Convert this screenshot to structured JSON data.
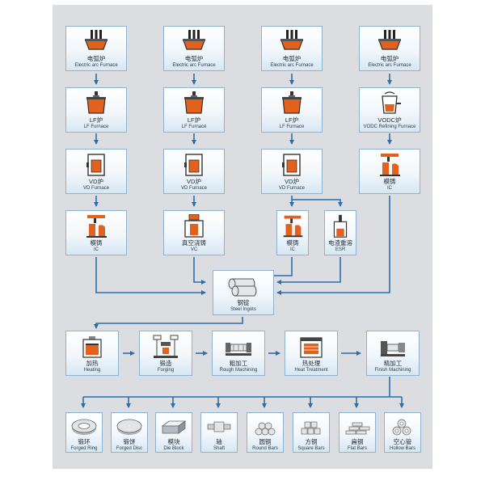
{
  "colors": {
    "accent": "#2a6fae",
    "furnace": "#e3611c",
    "panel": "#dcdde0",
    "box_border": "#8fb3cf"
  },
  "col1": {
    "furnace": {
      "cn": "电弧炉",
      "en": "Electric arc Furnace",
      "icon": "electric-arc-furnace-icon"
    },
    "refine": {
      "cn": "LF炉",
      "en": "LF Furnace",
      "icon": "lf-furnace-icon"
    },
    "vd": {
      "cn": "VD炉",
      "en": "VD Furnace",
      "icon": "vd-furnace-icon"
    },
    "cast": {
      "cn": "模铸",
      "en": "IC",
      "icon": "ingot-casting-icon"
    }
  },
  "col2": {
    "furnace": {
      "cn": "电弧炉",
      "en": "Electric arc Furnace",
      "icon": "electric-arc-furnace-icon"
    },
    "refine": {
      "cn": "LF炉",
      "en": "LF Furnace",
      "icon": "lf-furnace-icon"
    },
    "vd": {
      "cn": "VD炉",
      "en": "VD Furnace",
      "icon": "vd-furnace-icon"
    },
    "cast": {
      "cn": "真空浇铸",
      "en": "VC",
      "icon": "vacuum-casting-icon"
    }
  },
  "col3": {
    "furnace": {
      "cn": "电弧炉",
      "en": "Electric arc Furnace",
      "icon": "electric-arc-furnace-icon"
    },
    "refine": {
      "cn": "LF炉",
      "en": "LF Furnace",
      "icon": "lf-furnace-icon"
    },
    "vd": {
      "cn": "VD炉",
      "en": "VD Furnace",
      "icon": "vd-furnace-icon"
    },
    "cast": {
      "cn": "模铸",
      "en": "IC",
      "icon": "ingot-casting-icon"
    },
    "esr": {
      "cn": "电渣重溶",
      "en": "ESR",
      "icon": "esr-icon"
    }
  },
  "col4": {
    "furnace": {
      "cn": "电弧炉",
      "en": "Electric arc Furnace",
      "icon": "electric-arc-furnace-icon"
    },
    "refine": {
      "cn": "VODC炉",
      "en": "VODC Refining Furnace",
      "icon": "vodc-furnace-icon"
    },
    "cast": {
      "cn": "模铸",
      "en": "IC",
      "icon": "ingot-casting-icon"
    }
  },
  "ingots": {
    "cn": "钢锭",
    "en": "Steel Ingots",
    "icon": "steel-ingots-icon"
  },
  "process": [
    {
      "cn": "加热",
      "en": "Heating",
      "icon": "heating-icon"
    },
    {
      "cn": "锻造",
      "en": "Forging",
      "icon": "forging-icon"
    },
    {
      "cn": "粗加工",
      "en": "Rough Machining",
      "icon": "rough-machining-icon"
    },
    {
      "cn": "热处理",
      "en": "Heat Treatment",
      "icon": "heat-treatment-icon"
    },
    {
      "cn": "精加工",
      "en": "Finish Machining",
      "icon": "finish-machining-icon"
    }
  ],
  "products": [
    {
      "cn": "锻环",
      "en": "Forged Ring",
      "icon": "forged-ring-icon"
    },
    {
      "cn": "锻饼",
      "en": "Forged Disc",
      "icon": "forged-disc-icon"
    },
    {
      "cn": "模块",
      "en": "Die Block",
      "icon": "die-block-icon"
    },
    {
      "cn": "轴",
      "en": "Shaft",
      "icon": "shaft-icon"
    },
    {
      "cn": "圆钢",
      "en": "Round Bars",
      "icon": "round-bars-icon"
    },
    {
      "cn": "方钢",
      "en": "Square Bars",
      "icon": "square-bars-icon"
    },
    {
      "cn": "扁钢",
      "en": "Flat Bars",
      "icon": "flat-bars-icon"
    },
    {
      "cn": "空心管",
      "en": "Hollow Bars",
      "icon": "hollow-bars-icon"
    }
  ]
}
